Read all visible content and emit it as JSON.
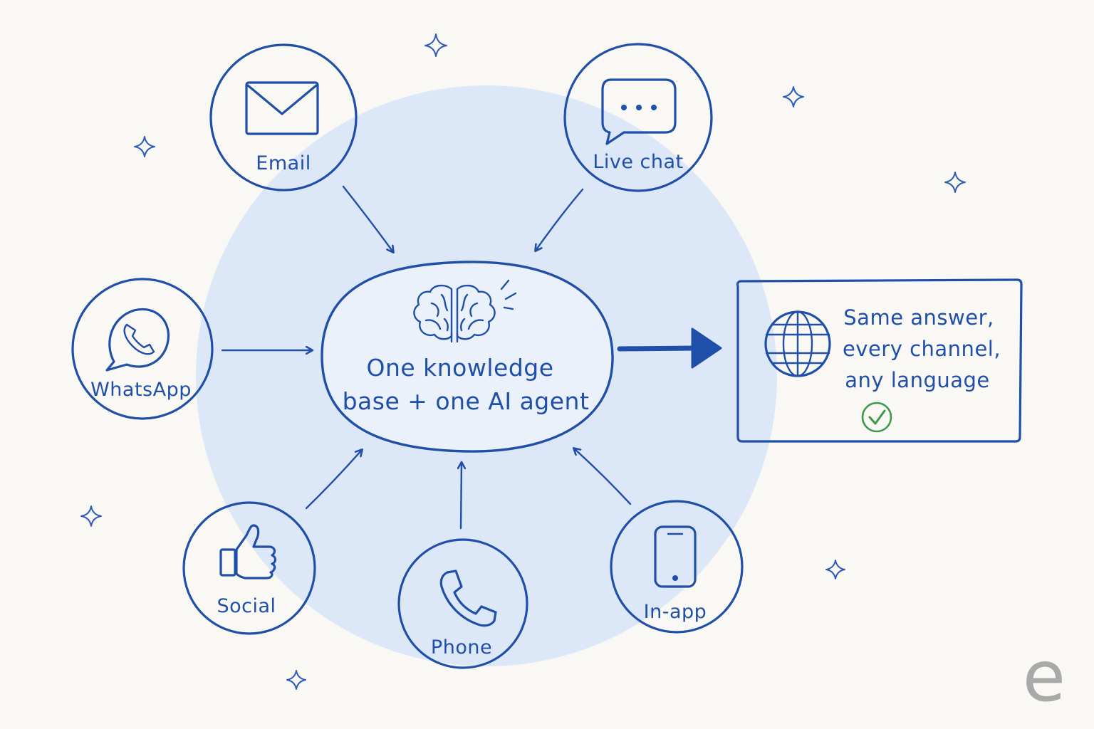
{
  "center": {
    "line1": "One knowledge",
    "line2": "base + one AI agent"
  },
  "channels": {
    "email": "Email",
    "live_chat": "Live chat",
    "whatsapp": "WhatsApp",
    "social": "Social",
    "phone": "Phone",
    "in_app": "In-app"
  },
  "outcome": {
    "line1": "Same answer,",
    "line2": "every channel,",
    "line3": "any language"
  },
  "icons": {
    "email": "envelope-icon",
    "live_chat": "chat-bubble-icon",
    "whatsapp": "whatsapp-icon",
    "social": "thumbs-up-icon",
    "phone": "phone-icon",
    "in_app": "smartphone-icon",
    "center": "brain-icon",
    "outcome": "globe-icon",
    "check": "checkmark-icon"
  },
  "colors": {
    "ink": "#1f4fa8",
    "halo": "#dce8f8",
    "check": "#3a9a4a",
    "background": "#faf8f4"
  },
  "logo": "e"
}
